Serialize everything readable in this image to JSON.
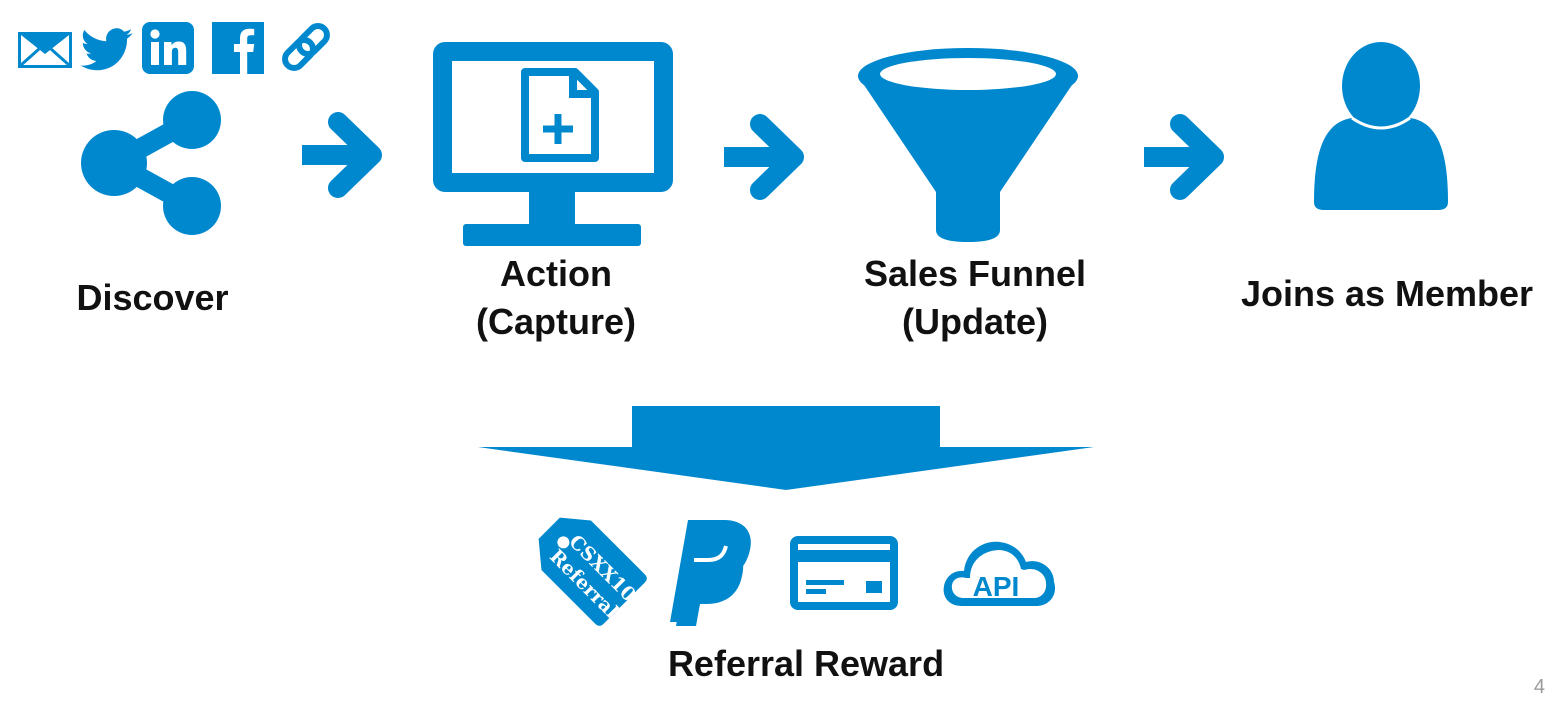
{
  "colors": {
    "accent": "#0088CE",
    "text": "#111111",
    "page_number": "#9a9a9a"
  },
  "share_icons": [
    "mail-icon",
    "twitter-icon",
    "linkedin-icon",
    "facebook-icon",
    "link-icon"
  ],
  "steps": [
    {
      "icon": "share-icon",
      "label_lines": [
        "Discover"
      ]
    },
    {
      "icon": "monitor-add-document-icon",
      "label_lines": [
        "Action",
        "(Capture)"
      ]
    },
    {
      "icon": "funnel-icon",
      "label_lines": [
        "Sales Funnel",
        "(Update)"
      ]
    },
    {
      "icon": "user-icon",
      "label_lines": [
        "Joins as Member"
      ]
    }
  ],
  "reward": {
    "label": "Referral Reward",
    "tag_text": [
      "CSXX10",
      "Referral"
    ],
    "cloud_text": "API",
    "icons": [
      "coupon-tag-icon",
      "paypal-icon",
      "credit-card-icon",
      "api-cloud-icon"
    ]
  },
  "page_number": "4"
}
